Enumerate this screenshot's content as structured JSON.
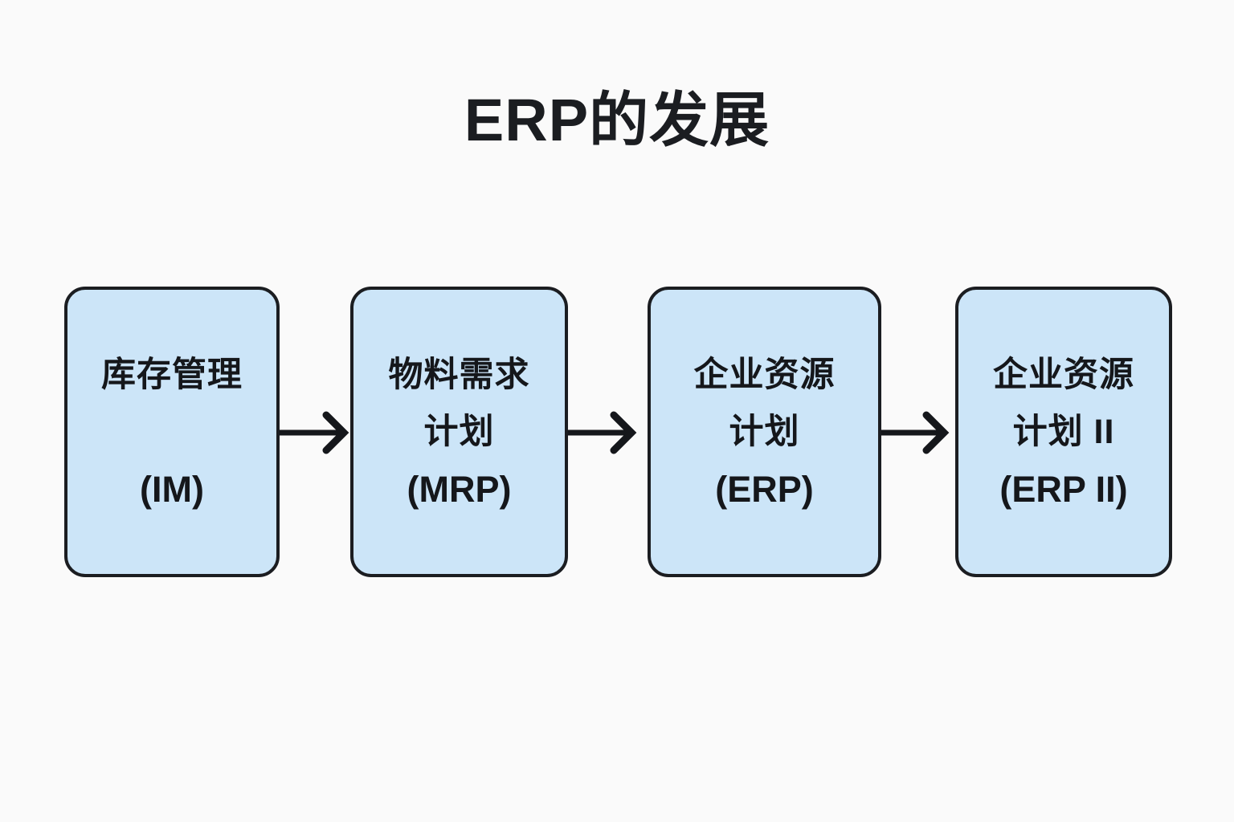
{
  "page": {
    "title": "ERP的发展",
    "background_color": "#fafafa",
    "node_fill_color": "#cce5f8",
    "node_border_color": "#1b1d21",
    "text_color": "#15171b"
  },
  "diagram": {
    "type": "horizontal-flow",
    "nodes": [
      {
        "id": "im",
        "line1": "库存管理",
        "line2": "",
        "line3": "(IM)"
      },
      {
        "id": "mrp",
        "line1": "物料需求",
        "line2": "计划",
        "line3": "(MRP)"
      },
      {
        "id": "erp",
        "line1": "企业资源",
        "line2": "计划",
        "line3": "(ERP)"
      },
      {
        "id": "erp2",
        "line1": "企业资源",
        "line2": "计划 II",
        "line3": "(ERP II)"
      }
    ],
    "connectors": [
      {
        "id": "im-to-mrp",
        "icon": "arrow-right-icon"
      },
      {
        "id": "mrp-to-erp",
        "icon": "arrow-right-icon"
      },
      {
        "id": "erp-to-erp2",
        "icon": "arrow-right-icon"
      }
    ]
  }
}
